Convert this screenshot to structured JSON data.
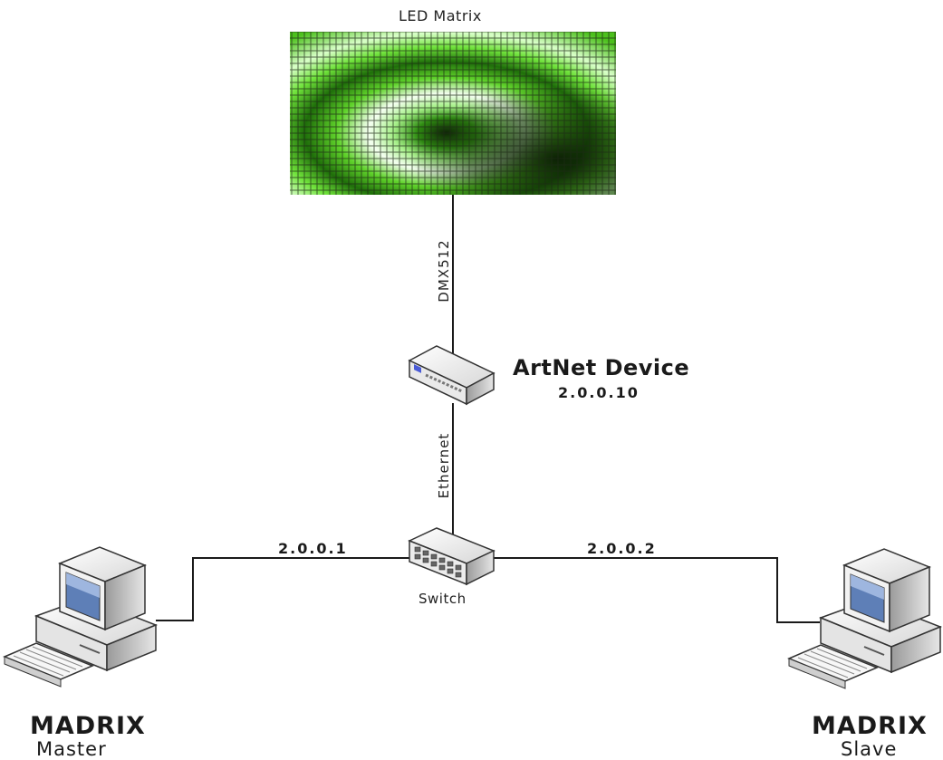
{
  "led_matrix": {
    "label": "LED Matrix",
    "color": "#6fe23a"
  },
  "links": {
    "dmx_label": "DMX512",
    "ethernet_label": "Ethernet",
    "master_ip": "2.0.0.1",
    "slave_ip": "2.0.0.2"
  },
  "artnet_device": {
    "name": "ArtNet Device",
    "ip": "2.0.0.10",
    "icon": "artnet-node-icon"
  },
  "switch": {
    "label": "Switch",
    "icon": "network-switch-icon"
  },
  "master": {
    "name": "MADRIX",
    "role": "Master",
    "icon": "desktop-computer-icon"
  },
  "slave": {
    "name": "MADRIX",
    "role": "Slave",
    "icon": "desktop-computer-icon"
  }
}
